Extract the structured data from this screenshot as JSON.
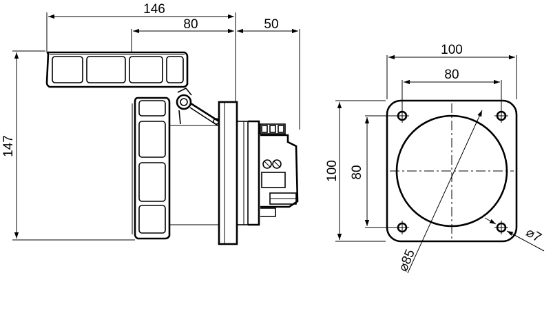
{
  "side_view": {
    "dim_overall_width": "146",
    "dim_lid_width": "80",
    "dim_body_depth": "50",
    "dim_overall_height": "147"
  },
  "front_view": {
    "dim_plate_width": "100",
    "dim_hole_spacing_x": "80",
    "dim_plate_height": "100",
    "dim_hole_spacing_y": "80",
    "dim_diameter_cutout": "⌀85",
    "dim_diameter_holes": "⌀7"
  }
}
